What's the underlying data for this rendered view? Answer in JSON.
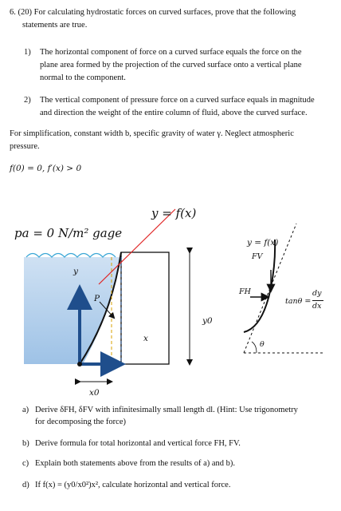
{
  "problem": {
    "header": "6. (20) For calculating hydrostatic forces on curved surfaces, prove that the following",
    "header_cont": "statements are true.",
    "statements": [
      {
        "num": "1)",
        "lines": [
          "The horizontal component of force on a curved surface equals the force on the",
          "plane area formed by the projection of the curved surface onto a vertical plane",
          "normal to the component."
        ]
      },
      {
        "num": "2)",
        "lines": [
          "The vertical component of pressure force on a curved surface equals in magnitude",
          "and direction the weight of the entire column of fluid, above the curved surface."
        ]
      }
    ],
    "simplification_1": "For simplification, constant width b, specific gravity of water γ. Neglect atmospheric",
    "simplification_2": "pressure.",
    "condition": "f(0) = 0, f′(x) > 0"
  },
  "figure_left": {
    "curve_label": "y = f(x)",
    "pressure_label": "pa = 0 N/m² gage",
    "y_axis": "y",
    "p_label": "P",
    "x_axis": "x",
    "y0_label": "y0",
    "x0_label": "x0"
  },
  "figure_right": {
    "curve_label": "y = f(x)",
    "fv_label": "FV",
    "fh_label": "FH",
    "tan_label": "tanθ =",
    "dy": "dy",
    "dx": "dx",
    "theta": "θ"
  },
  "questions": [
    {
      "label": "a)",
      "text": "Derive δFH, δFV with infinitesimally small length dl. (Hint: Use trigonometry",
      "text2": "for decomposing the force)"
    },
    {
      "label": "b)",
      "text": "Derive formula for total horizontal and vertical force FH, FV."
    },
    {
      "label": "c)",
      "text": "Explain both statements above from the results of a) and b)."
    },
    {
      "label": "d)",
      "text": "If f(x) = (y0/x0²)x², calculate horizontal and vertical force."
    }
  ]
}
